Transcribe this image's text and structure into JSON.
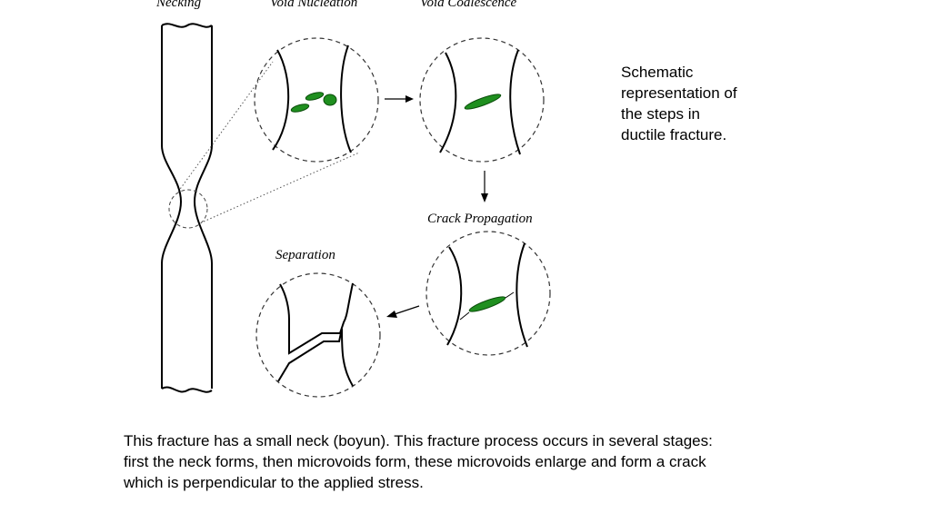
{
  "diagram": {
    "labels": {
      "necking": "Necking",
      "void_nucleation": "Void Nucleation",
      "void_coalescence": "Void Coalescence",
      "crack_propagation": "Crack Propagation",
      "separation": "Separation"
    },
    "colors": {
      "void_fill": "#1f8f1f",
      "void_stroke": "#0b4d0b",
      "line": "#000000"
    }
  },
  "caption": {
    "lines": [
      "Schematic",
      "representation of",
      "the steps in",
      "ductile fracture."
    ]
  },
  "body_text": {
    "lines": [
      "This fracture has a small neck (boyun). This fracture process occurs in several stages:",
      "first the neck forms, then microvoids form, these microvoids enlarge and form a crack",
      "which is perpendicular to the applied stress."
    ]
  }
}
